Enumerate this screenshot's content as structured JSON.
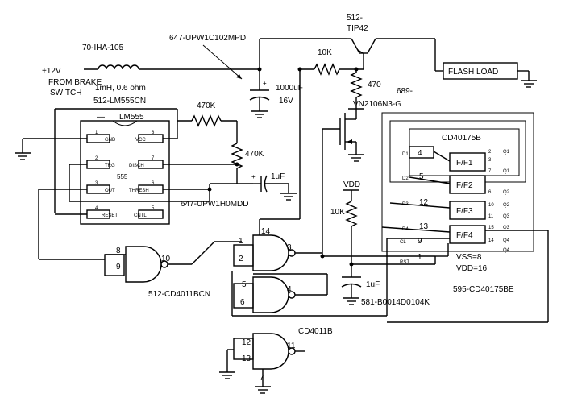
{
  "input": {
    "voltage": "+12V",
    "source_line1": "FROM BRAKE",
    "source_line2": "SWITCH"
  },
  "inductor": {
    "part": "70-IHA-105",
    "value": "1mH, 0.6 ohm"
  },
  "capacitor_bulk": {
    "part": "647-UPW1C102MPD",
    "value": "1000uF",
    "voltage": "16V",
    "polarity": "+"
  },
  "transistor": {
    "part": "512-",
    "name": "TIP42"
  },
  "resistor_base": {
    "value": "10K"
  },
  "resistor_gate": {
    "value": "470"
  },
  "mosfet": {
    "part": "689-",
    "name": "VN2106N3-G"
  },
  "load": {
    "label": "FLASH LOAD"
  },
  "timer": {
    "part": "512-LM555CN",
    "name": "LM555",
    "body_label": "555",
    "pins": [
      {
        "num": "1",
        "name": "GND"
      },
      {
        "num": "2",
        "name": "TRG"
      },
      {
        "num": "3",
        "name": "OUT"
      },
      {
        "num": "4",
        "name": "RESET"
      },
      {
        "num": "5",
        "name": "CNTL"
      },
      {
        "num": "6",
        "name": "THRESH"
      },
      {
        "num": "7",
        "name": "DISCH"
      },
      {
        "num": "8",
        "name": "VCC"
      }
    ]
  },
  "resistor_470k_a": {
    "value": "470K"
  },
  "resistor_470k_b": {
    "value": "470K"
  },
  "capacitor_timing": {
    "part": "647-UPW1H0MDD",
    "value": "1uF",
    "polarity": "+"
  },
  "nand_gates": {
    "part": "512-CD4011BCN",
    "chip": "CD4011B",
    "gate_a_pins": [
      "8",
      "9",
      "10"
    ],
    "gate_b_pins": [
      "14",
      "1",
      "2",
      "3"
    ],
    "gate_c_pins": [
      "5",
      "6",
      "4"
    ],
    "gate_d_pins": [
      "12",
      "13",
      "11",
      "7"
    ]
  },
  "flipflop": {
    "part": "595-CD40175BE",
    "name": "CD40175B",
    "stages": [
      "F/F1",
      "F/F2",
      "F/F3",
      "F/F4"
    ],
    "stage_pins_left": [
      "4",
      "5",
      "12",
      "13"
    ],
    "pin_labels_d": [
      "D1",
      "D2",
      "D3",
      "D4"
    ],
    "q_labels": [
      "Q1",
      "Q1",
      "Q2",
      "Q2",
      "Q3",
      "Q3",
      "Q4",
      "Q4"
    ],
    "q_pin_numbers": [
      "2",
      "3",
      "7",
      "6",
      "10",
      "11",
      "15",
      "14"
    ],
    "clock_label": "CL",
    "clock_pin": "9",
    "reset_label": "RST",
    "reset_pin": "1",
    "vss": "VSS=8",
    "vdd": "VDD=16"
  },
  "vdd_label": "VDD",
  "resistor_pullup": {
    "value": "10K"
  },
  "capacitor_reset": {
    "part": "581-B0014D0104K",
    "value": "1uF"
  }
}
